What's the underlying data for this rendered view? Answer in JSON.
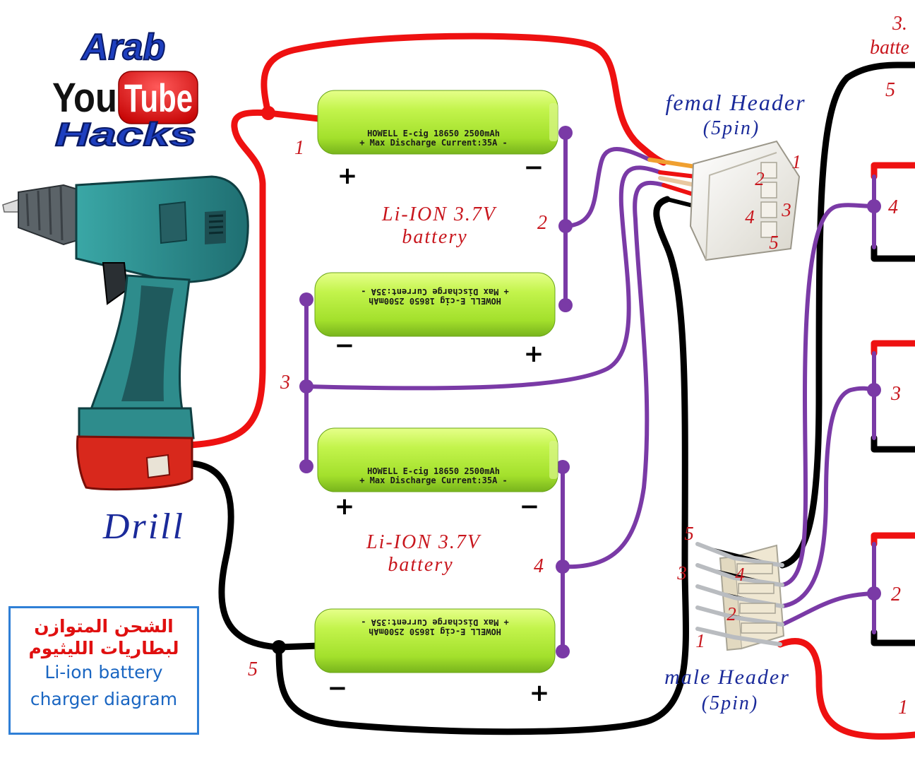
{
  "logo": {
    "line1": "Arab",
    "you": "You",
    "tube": "Tube",
    "line3": "Hacks"
  },
  "drill": {
    "label": "Drill"
  },
  "batteries": [
    {
      "text1": "HOWELL E-cig 18650 2500mAh",
      "text2": "+ Max Discharge Current:35A -",
      "plus": "+",
      "minus": "−"
    },
    {
      "text1": "HOWELL E-cig 18650 2500mAh",
      "text2": "+ Max Discharge Current:35A -",
      "plus": "+",
      "minus": "−"
    },
    {
      "text1": "HOWELL E-cig 18650 2500mAh",
      "text2": "+ Max Discharge Current:35A -",
      "plus": "+",
      "minus": "−"
    },
    {
      "text1": "HOWELL E-cig 18650 2500mAh",
      "text2": "+ Max Discharge Current:35A -",
      "plus": "+",
      "minus": "−"
    }
  ],
  "battery_labels": [
    {
      "line1": "Li-ION 3.7V",
      "line2": "battery"
    },
    {
      "line1": "Li-ION 3.7V",
      "line2": "battery"
    }
  ],
  "node_labels": [
    "1",
    "2",
    "3",
    "4",
    "5"
  ],
  "female_header": {
    "line1": "femal Header",
    "line2": "(5pin)",
    "pins": [
      "1",
      "2",
      "3",
      "4",
      "5"
    ]
  },
  "male_header": {
    "line1": "male Header",
    "line2": "(5pin)",
    "pins": [
      "5",
      "4",
      "3",
      "2",
      "1"
    ]
  },
  "right_side": {
    "title_frag1": "3.",
    "title_frag2": "batte",
    "labels": [
      "5",
      "4",
      "3",
      "2",
      "1"
    ]
  },
  "info_box": {
    "arabic_line1": "الشحن المتوازن",
    "arabic_line2": "لبطاريات الليثيوم",
    "english_line1": "Li-ion battery",
    "english_line2": "charger diagram"
  },
  "colors": {
    "positive_wire": "#ee1111",
    "negative_wire": "#000000",
    "balance_wire": "#7a3aa6",
    "cell_body": "#b6f040",
    "label_red": "#c8161d",
    "label_blue": "#1a2a9a",
    "drill_body": "#2e8c8c",
    "drill_battery": "#d8281c"
  }
}
